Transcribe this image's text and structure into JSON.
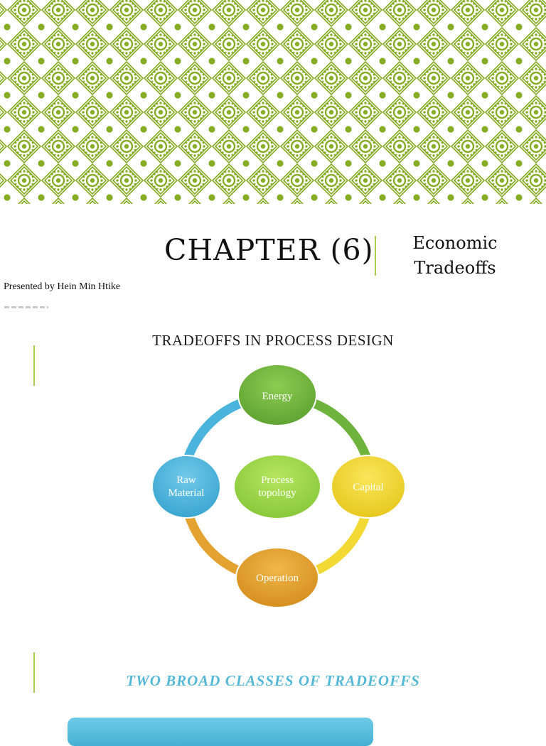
{
  "cover": {
    "chapter_title": "CHAPTER (6)",
    "subtitle_line1": "Economic",
    "subtitle_line2": "Tradeoffs",
    "presenter": "Presented by Hein Min Htike"
  },
  "slide1": {
    "title": "TRADEOFFS IN PROCESS DESIGN",
    "diagram": {
      "nodes": [
        {
          "label_lines": [
            "Energy"
          ],
          "color": "#72b33e"
        },
        {
          "label_lines": [
            "Capital"
          ],
          "color": "#f1d630"
        },
        {
          "label_lines": [
            "Operation"
          ],
          "color": "#e5a12e"
        },
        {
          "label_lines": [
            "Raw",
            "Material"
          ],
          "color": "#4fb6db"
        },
        {
          "label_lines": [
            "Process",
            "topology"
          ],
          "color": "#9fd74a"
        }
      ]
    }
  },
  "slide2": {
    "title": "TWO BROAD CLASSES OF TRADEOFFS"
  },
  "colors": {
    "pattern_green": "#86ac23",
    "accent_green": "#a7cc4e",
    "slide2_title": "#56b8d7",
    "bottom_box": "#56bddc"
  }
}
